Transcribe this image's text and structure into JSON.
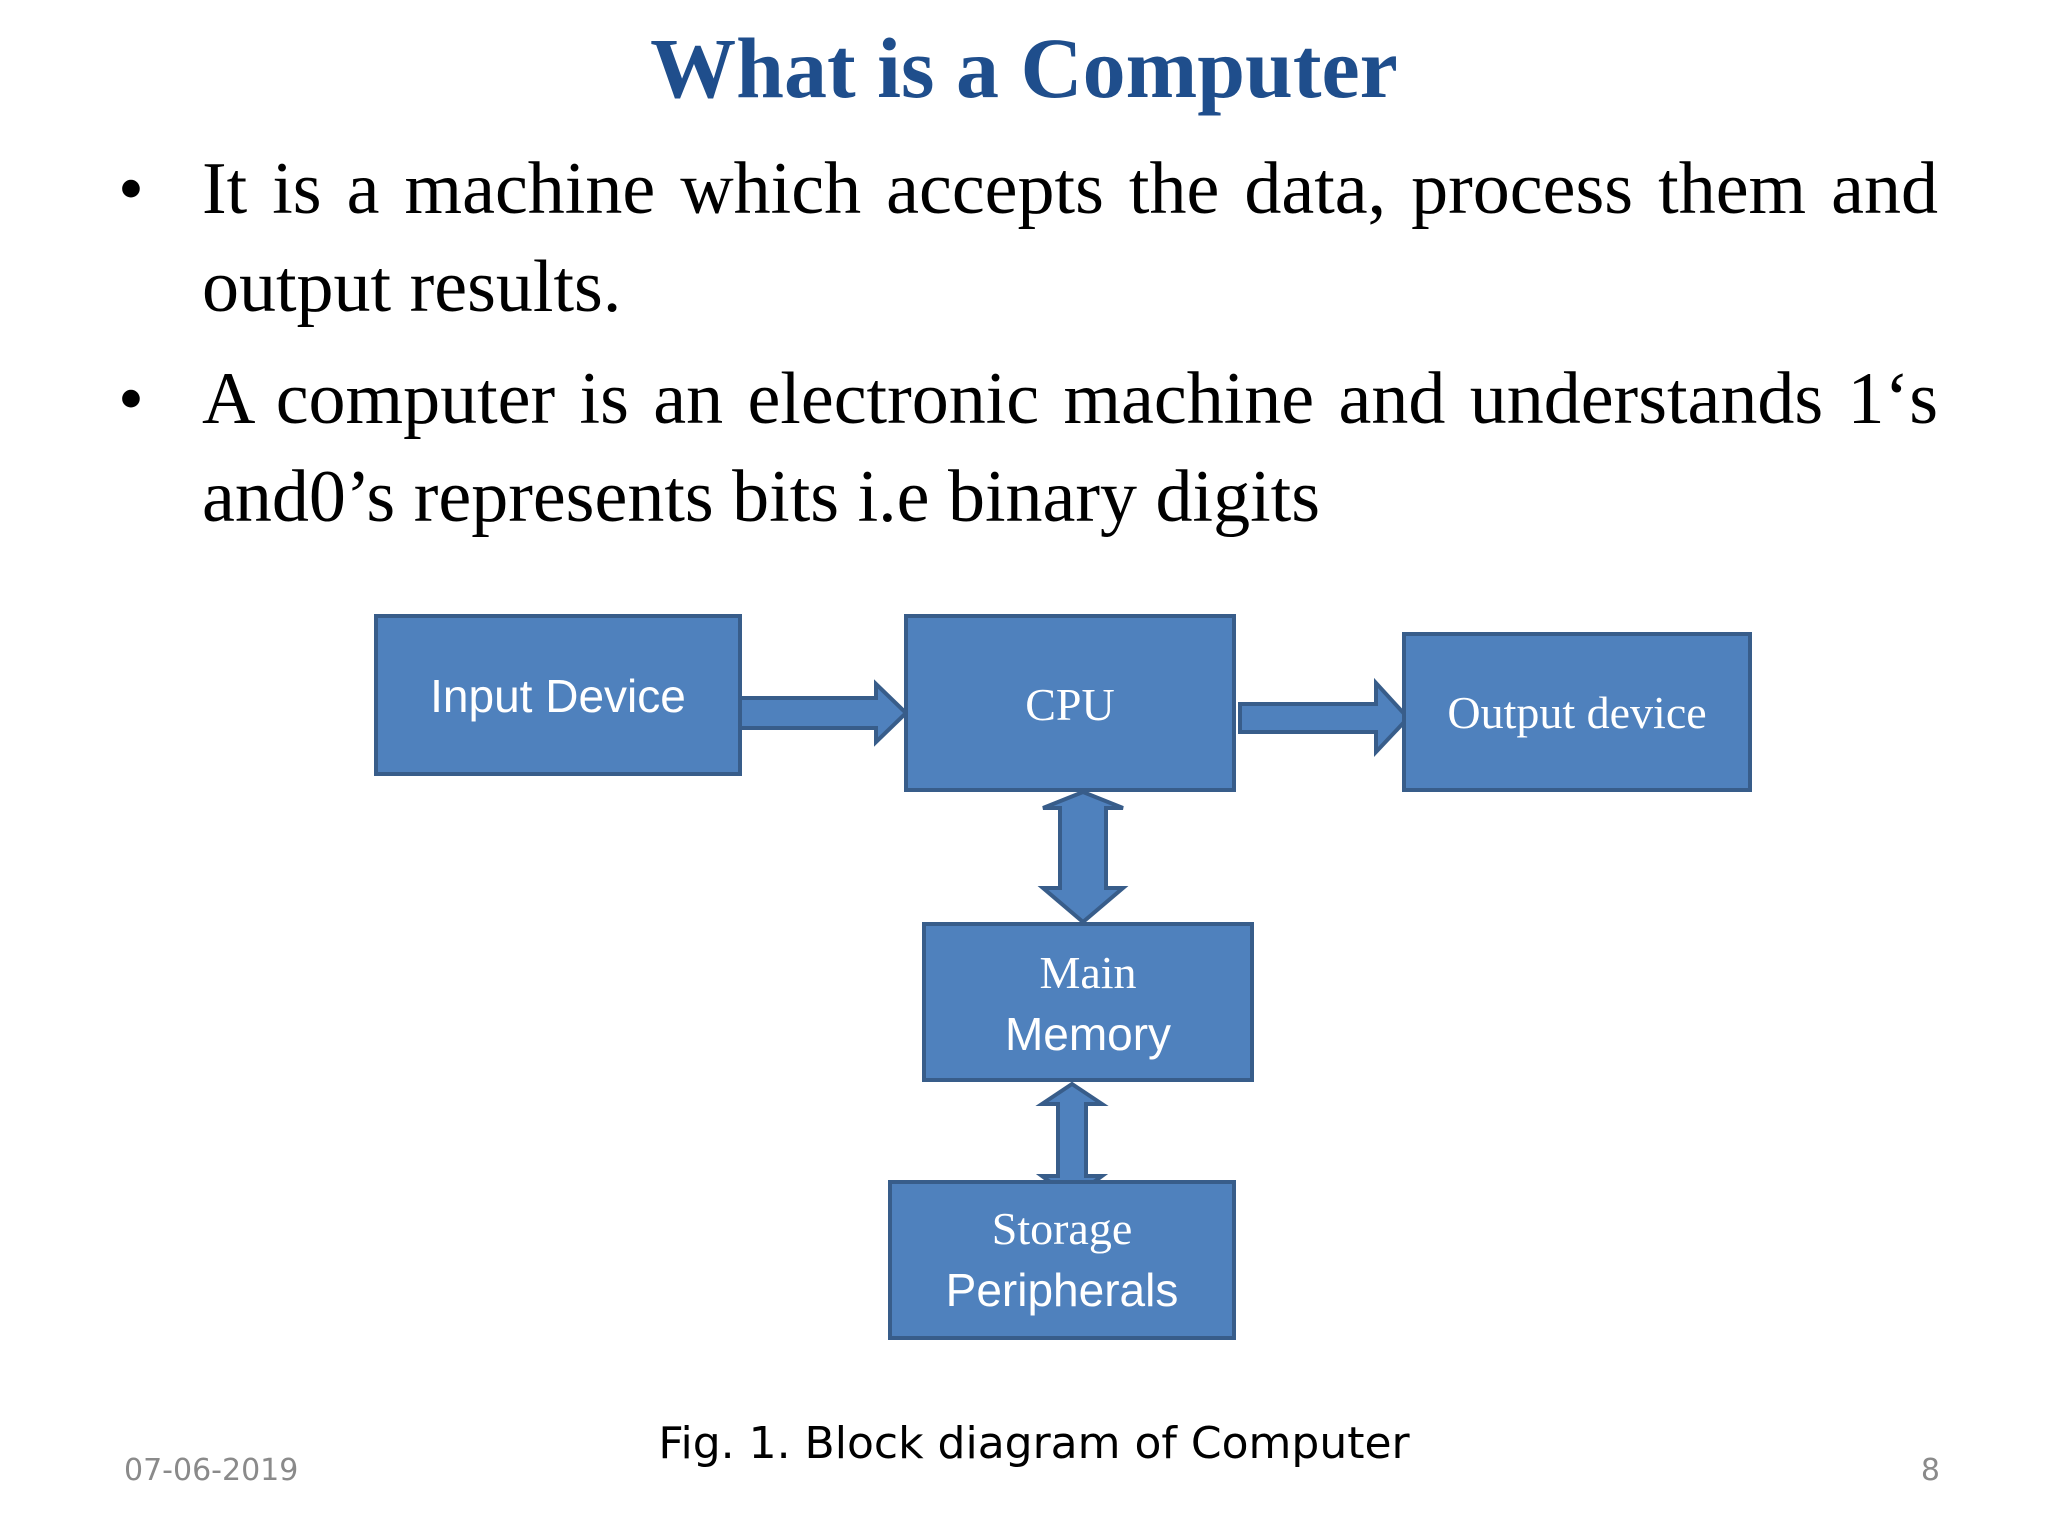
{
  "slide": {
    "title": "What is a Computer",
    "bullets": [
      "It is a machine which accepts the data,  process them and output results.",
      "A computer is an electronic machine and understands 1‘s and0’s represents bits i.e binary digits"
    ],
    "diagram": {
      "input_device": "Input Device",
      "cpu": "CPU",
      "output_device": "Output device",
      "main_memory_line1": "Main",
      "main_memory_line2": "Memory",
      "storage_line1": "Storage",
      "storage_line2": "Peripherals"
    },
    "caption": "Fig. 1. Block diagram of Computer",
    "date": "07-06-2019",
    "page_number": "8"
  },
  "colors": {
    "title": "#1f4e8c",
    "box_fill": "#4f81bd",
    "box_stroke": "#385d8a"
  }
}
